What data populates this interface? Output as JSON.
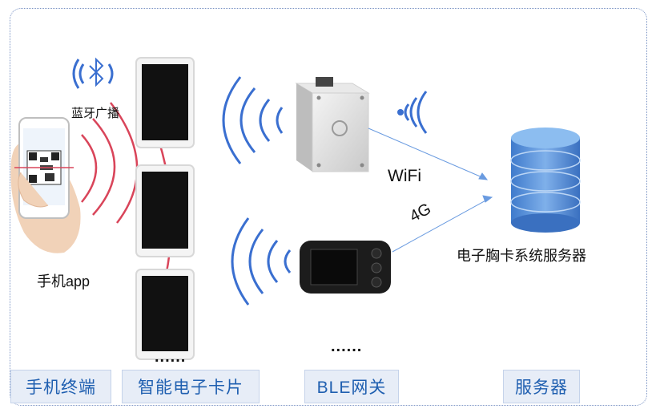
{
  "labels": {
    "bluetooth_broadcast": "蓝牙广播",
    "phone_app": "手机app",
    "wifi": "WiFi",
    "cellular": "4G",
    "server": "电子胸卡系统服务器",
    "ellipsis_cards": "......",
    "ellipsis_gateways": "......"
  },
  "categories": [
    "手机终端",
    "智能电子卡片",
    "BLE网关",
    "服务器"
  ],
  "icons": [
    "bluetooth-icon",
    "phone-icon",
    "qr-code-icon",
    "e-ink-card-icon",
    "wifi-gateway-icon",
    "4g-gateway-icon",
    "database-icon",
    "wireless-wave-icon"
  ],
  "colors": {
    "category_text": "#1f5fb0",
    "category_bg": "#e7edf7",
    "frame": "#7a93c4",
    "wave_blue": "#3a6fd0",
    "wave_red": "#d9455a",
    "database": "#4a86d4"
  }
}
